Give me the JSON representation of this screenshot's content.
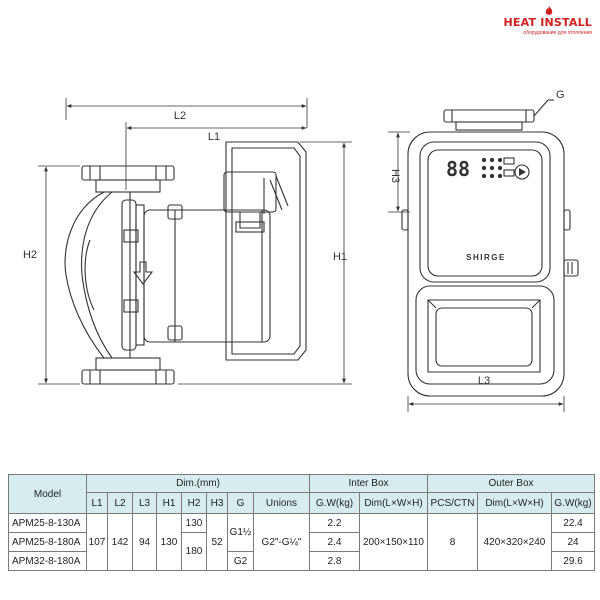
{
  "brand": {
    "name": "HEAT INSTALL",
    "tagline": "оборудование для отопления",
    "color": "#d21f1f"
  },
  "drawing": {
    "labels": {
      "l1": "L1",
      "l2": "L2",
      "l3": "L3",
      "h1": "H1",
      "h2": "H2",
      "h3": "H3",
      "g": "G"
    },
    "display_digits": "88",
    "product_mark": "SHIRGE"
  },
  "table": {
    "header": {
      "model": "Model",
      "dim": "Dim.(mm)",
      "inter_box": "Inter Box",
      "outer_box": "Outer Box",
      "cols": [
        "L1",
        "L2",
        "L3",
        "H1",
        "H2",
        "H3",
        "G",
        "Unions",
        "G.W(kg)",
        "Dim(L×W×H)",
        "PCS/CTN",
        "Dim(L×W×H)",
        "G.W(kg)"
      ]
    },
    "shared": {
      "l1": "107",
      "l2": "142",
      "l3": "94",
      "h1": "130",
      "h3": "52",
      "unions": "G2\"-G¼\"",
      "inter_dim": "200×150×110",
      "pcs": "8",
      "outer_dim": "420×320×240"
    },
    "h2_values": [
      "130",
      "180"
    ],
    "g_values": [
      "G1½",
      "G2"
    ],
    "rows": [
      {
        "model": "APM25-8-130A",
        "inter_gw": "2.2",
        "outer_gw": "22.4"
      },
      {
        "model": "APM25-8-180A",
        "inter_gw": "2.4",
        "outer_gw": "24"
      },
      {
        "model": "APM32-8-180A",
        "inter_gw": "2.8",
        "outer_gw": "29.6"
      }
    ]
  }
}
